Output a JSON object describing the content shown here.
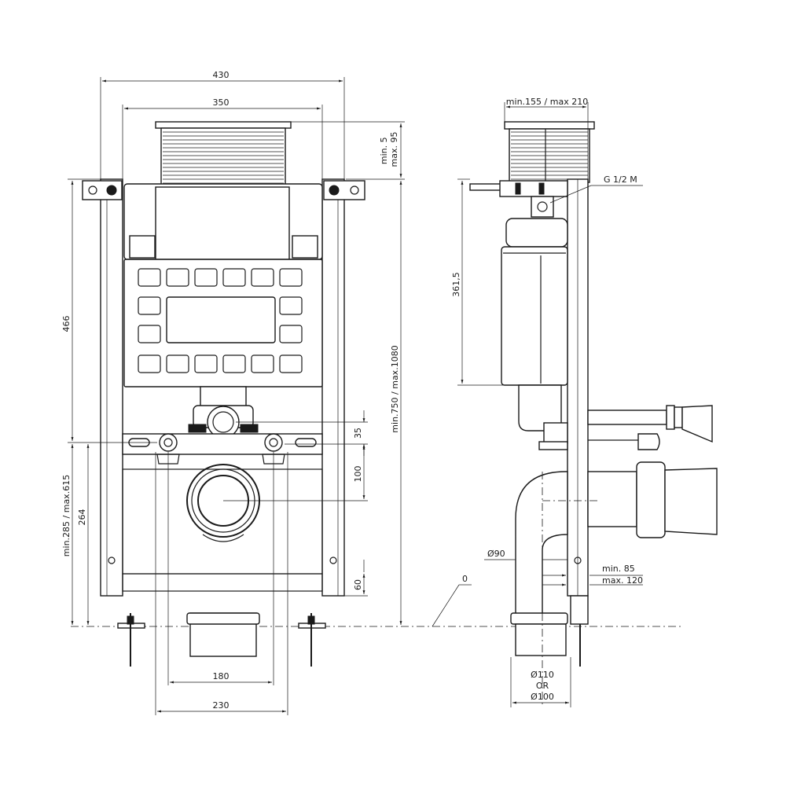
{
  "front_view": {
    "dims": {
      "overall_width": "430",
      "frame_width": "350",
      "cistern_height": "466",
      "flush_pipe_offset": "35",
      "drain_offset": "100",
      "outlet_height": "264",
      "bottom_offset": "60",
      "adjust_range_bottom": "min.285 / max.615",
      "cistern_top_range": "min. 5\nmax. 95",
      "total_height_range": "min.750 / max.1080",
      "stud_spacing_inner": "180",
      "stud_spacing_outer": "230"
    }
  },
  "side_view": {
    "dims": {
      "depth_range": "min.155 / max 210",
      "water_inlet": "G 1/2 M",
      "cistern_height": "361,5",
      "pipe_diameter": "Ø90",
      "offset_range_min": "min. 85",
      "offset_range_max": "max. 120",
      "zero_level": "0",
      "outlet_diameter_a": "Ø110",
      "outlet_or": "OR",
      "outlet_diameter_b": "Ø100"
    }
  }
}
